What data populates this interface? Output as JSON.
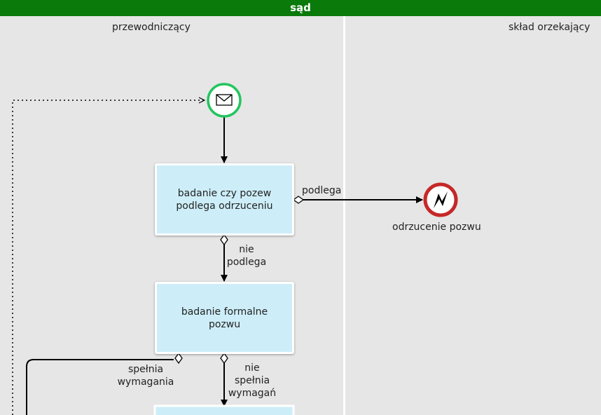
{
  "pool": {
    "title": "sąd"
  },
  "lanes": [
    {
      "title": "przewodniczący"
    },
    {
      "title": "skład orzekający"
    }
  ],
  "tasks": [
    {
      "label": "badanie czy pozew podlega odrzuceniu"
    },
    {
      "label": "badanie formalne pozwu"
    }
  ],
  "events": {
    "start": {
      "icon": "envelope-icon",
      "color": "#22c55e"
    },
    "end": {
      "label": "odrzucenie pozwu",
      "icon": "lightning-icon",
      "color": "#c62828"
    }
  },
  "flows": {
    "podlega": "podlega",
    "nie_podlega_1": "nie",
    "nie_podlega_2": "podlega",
    "spelnia_1": "spełnia",
    "spelnia_2": "wymagania",
    "nie_spelnia_1": "nie",
    "nie_spelnia_2": "spełnia",
    "nie_spelnia_3": "wymagań"
  }
}
